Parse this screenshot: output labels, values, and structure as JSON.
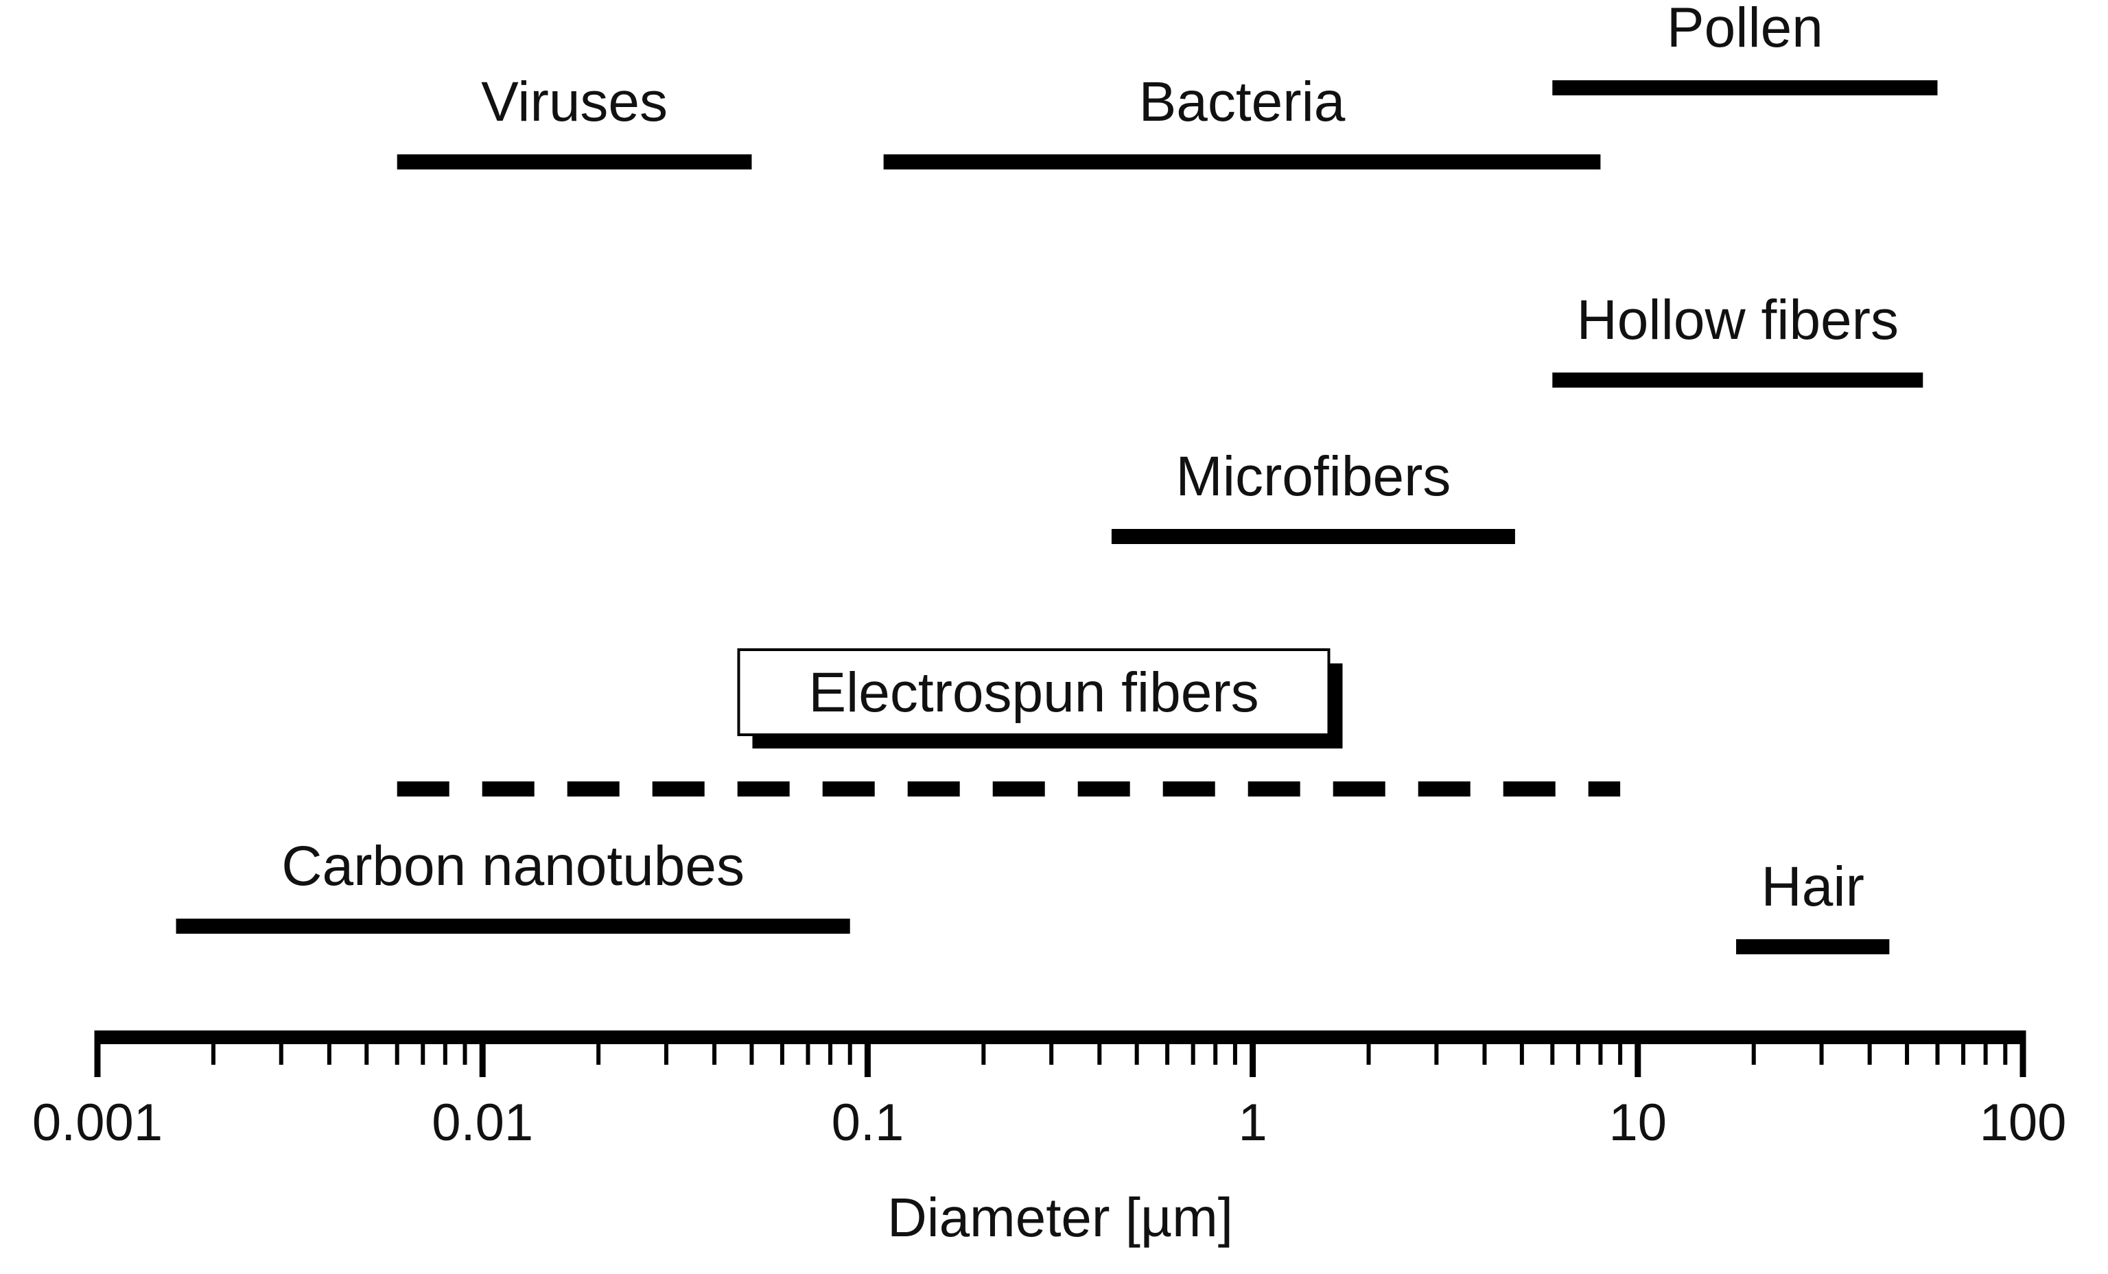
{
  "chart_data": {
    "type": "range",
    "xlabel": "Diameter [µm]",
    "xscale": "log",
    "xlim": [
      0.001,
      100
    ],
    "ticks": [
      {
        "value": 0.001,
        "label": "0.001"
      },
      {
        "value": 0.01,
        "label": "0.01"
      },
      {
        "value": 0.1,
        "label": "0.1"
      },
      {
        "value": 1,
        "label": "1"
      },
      {
        "value": 10,
        "label": "10"
      },
      {
        "value": 100,
        "label": "100"
      }
    ],
    "minor_ticks": true,
    "grid": false,
    "legend": "none",
    "line_color": "#000000",
    "ranges": [
      {
        "id": "pollen",
        "label": "Pollen",
        "min": 6,
        "max": 60,
        "style": "solid",
        "boxed": false
      },
      {
        "id": "viruses",
        "label": "Viruses",
        "min": 0.006,
        "max": 0.05,
        "style": "solid",
        "boxed": false
      },
      {
        "id": "bacteria",
        "label": "Bacteria",
        "min": 0.11,
        "max": 8,
        "style": "solid",
        "boxed": false
      },
      {
        "id": "hollow-fibers",
        "label": "Hollow fibers",
        "min": 6,
        "max": 55,
        "style": "solid",
        "boxed": false
      },
      {
        "id": "microfibers",
        "label": "Microfibers",
        "min": 0.43,
        "max": 4.8,
        "style": "solid",
        "boxed": false
      },
      {
        "id": "electrospun-fibers",
        "label": "Electrospun fibers",
        "min": 0.006,
        "max": 9,
        "style": "dashed",
        "boxed": true
      },
      {
        "id": "carbon-nanotubes",
        "label": "Carbon nanotubes",
        "min": 0.0016,
        "max": 0.09,
        "style": "solid",
        "boxed": false
      },
      {
        "id": "hair",
        "label": "Hair",
        "min": 18,
        "max": 45,
        "style": "solid",
        "boxed": false
      }
    ]
  }
}
